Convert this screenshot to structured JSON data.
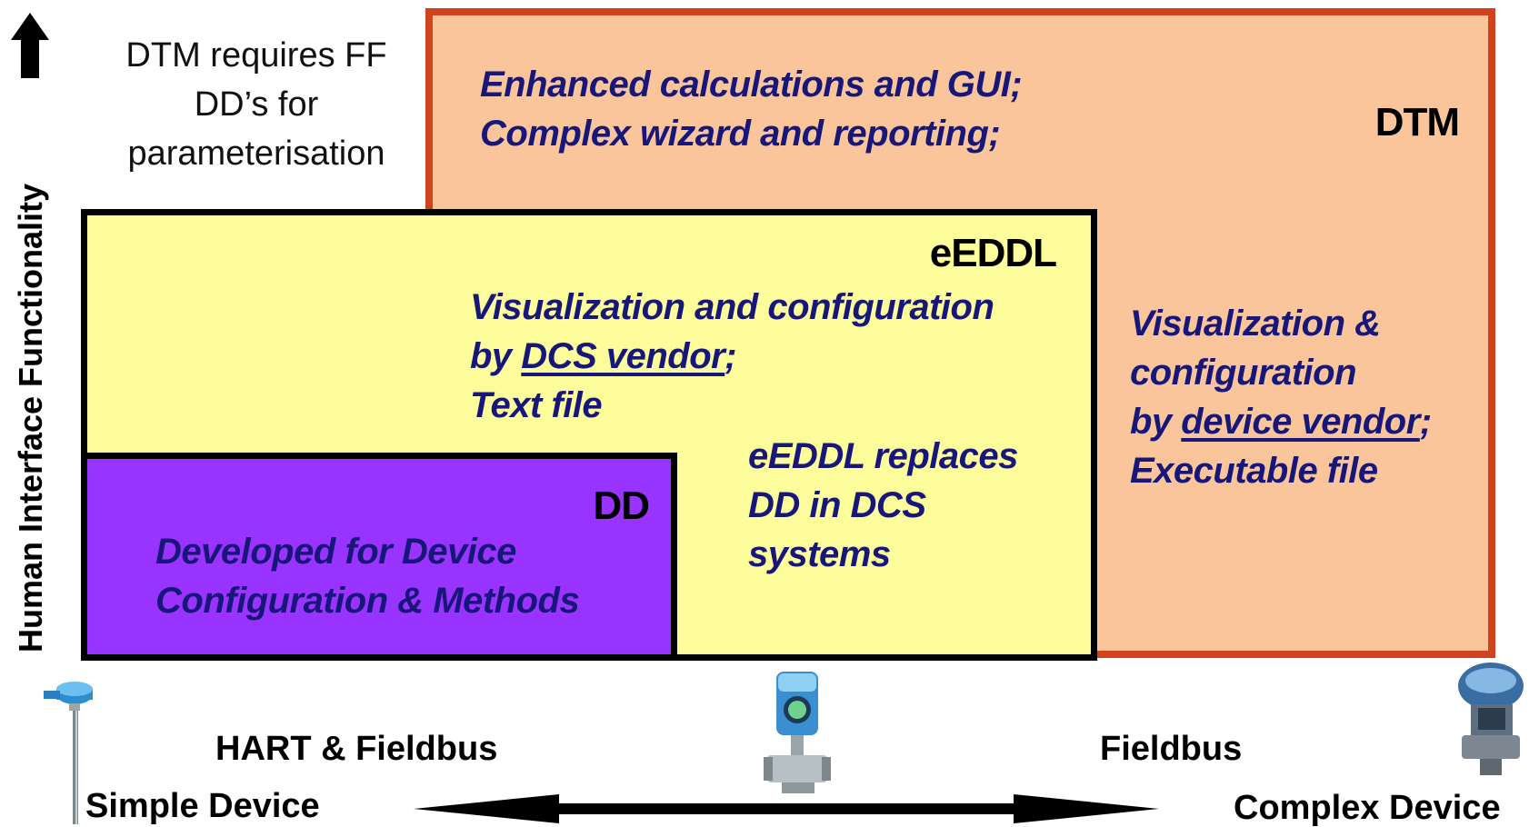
{
  "y_axis_label": "Human Interface Functionality",
  "note": {
    "line1": "DTM requires FF",
    "line2": "DD’s for",
    "line3": "parameterisation"
  },
  "dtm": {
    "title": "DTM",
    "top_line1": "Enhanced calculations and GUI;",
    "top_line2": "Complex wizard and reporting;",
    "side_line1": "Visualization &",
    "side_line2": "configuration",
    "side_line3_prefix": "by ",
    "side_line3_link": "device vendor",
    "side_line3_suffix": ";",
    "side_line4": "Executable file",
    "fill_color": "#fac59b",
    "border_color": "#d0431d"
  },
  "eddl": {
    "title": "eEDDL",
    "line1": "Visualization and configuration",
    "line2_prefix": "by ",
    "line2_link": "DCS vendor",
    "line2_suffix": ";",
    "line3": "Text file",
    "replace_line1": "eEDDL replaces",
    "replace_line2": "DD  in DCS",
    "replace_line3": "systems",
    "fill_color": "#fdfd9b"
  },
  "dd": {
    "title": "DD",
    "line1": "Developed for  Device",
    "line2": "Configuration & Methods",
    "fill_color": "#9933ff"
  },
  "bottom": {
    "left_protocol": "HART & Fieldbus",
    "right_protocol": "Fieldbus",
    "left_device": "Simple Device",
    "right_device": "Complex Device"
  },
  "icons": [
    "up-arrow-icon",
    "double-arrow-icon",
    "temperature-probe-icon",
    "flow-transmitter-icon",
    "valve-positioner-icon"
  ]
}
